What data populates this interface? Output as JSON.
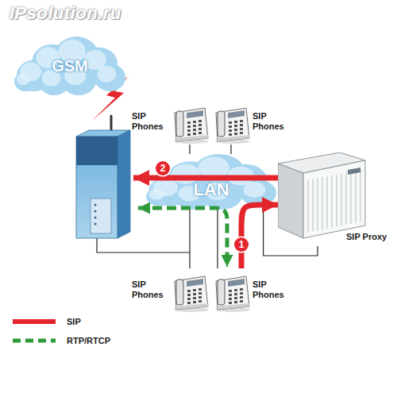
{
  "diagram": {
    "nodes": [
      {
        "text": [
          "GSM"
        ]
      },
      {
        "text": [
          "SIP Phones"
        ]
      },
      {
        "text": [
          "SIP Phones"
        ]
      },
      {
        "text": [
          "LAN"
        ]
      },
      {
        "text": [
          "SIP Proxy"
        ]
      },
      {
        "text": [
          "SIP Phones"
        ]
      },
      {
        "text": [
          "SIP Phones"
        ]
      }
    ],
    "edges": [
      {
        "from": 1,
        "to": 3,
        "arrow": "none"
      },
      {
        "from": 2,
        "to": 3,
        "arrow": "none"
      },
      {
        "from": 5,
        "to": 3,
        "arrow": "none"
      },
      {
        "from": 6,
        "to": 3,
        "arrow": "none"
      },
      {
        "from": 3,
        "to": 4,
        "arrow": "none"
      },
      {
        "from": 6,
        "to": 4,
        "arrow": "to"
      }
    ],
    "labels": [
      "IPsolution.ru",
      "1",
      "2"
    ],
    "legend": [
      {
        "text": "SIP"
      },
      {
        "text": "RTP/RTCP"
      }
    ]
  }
}
